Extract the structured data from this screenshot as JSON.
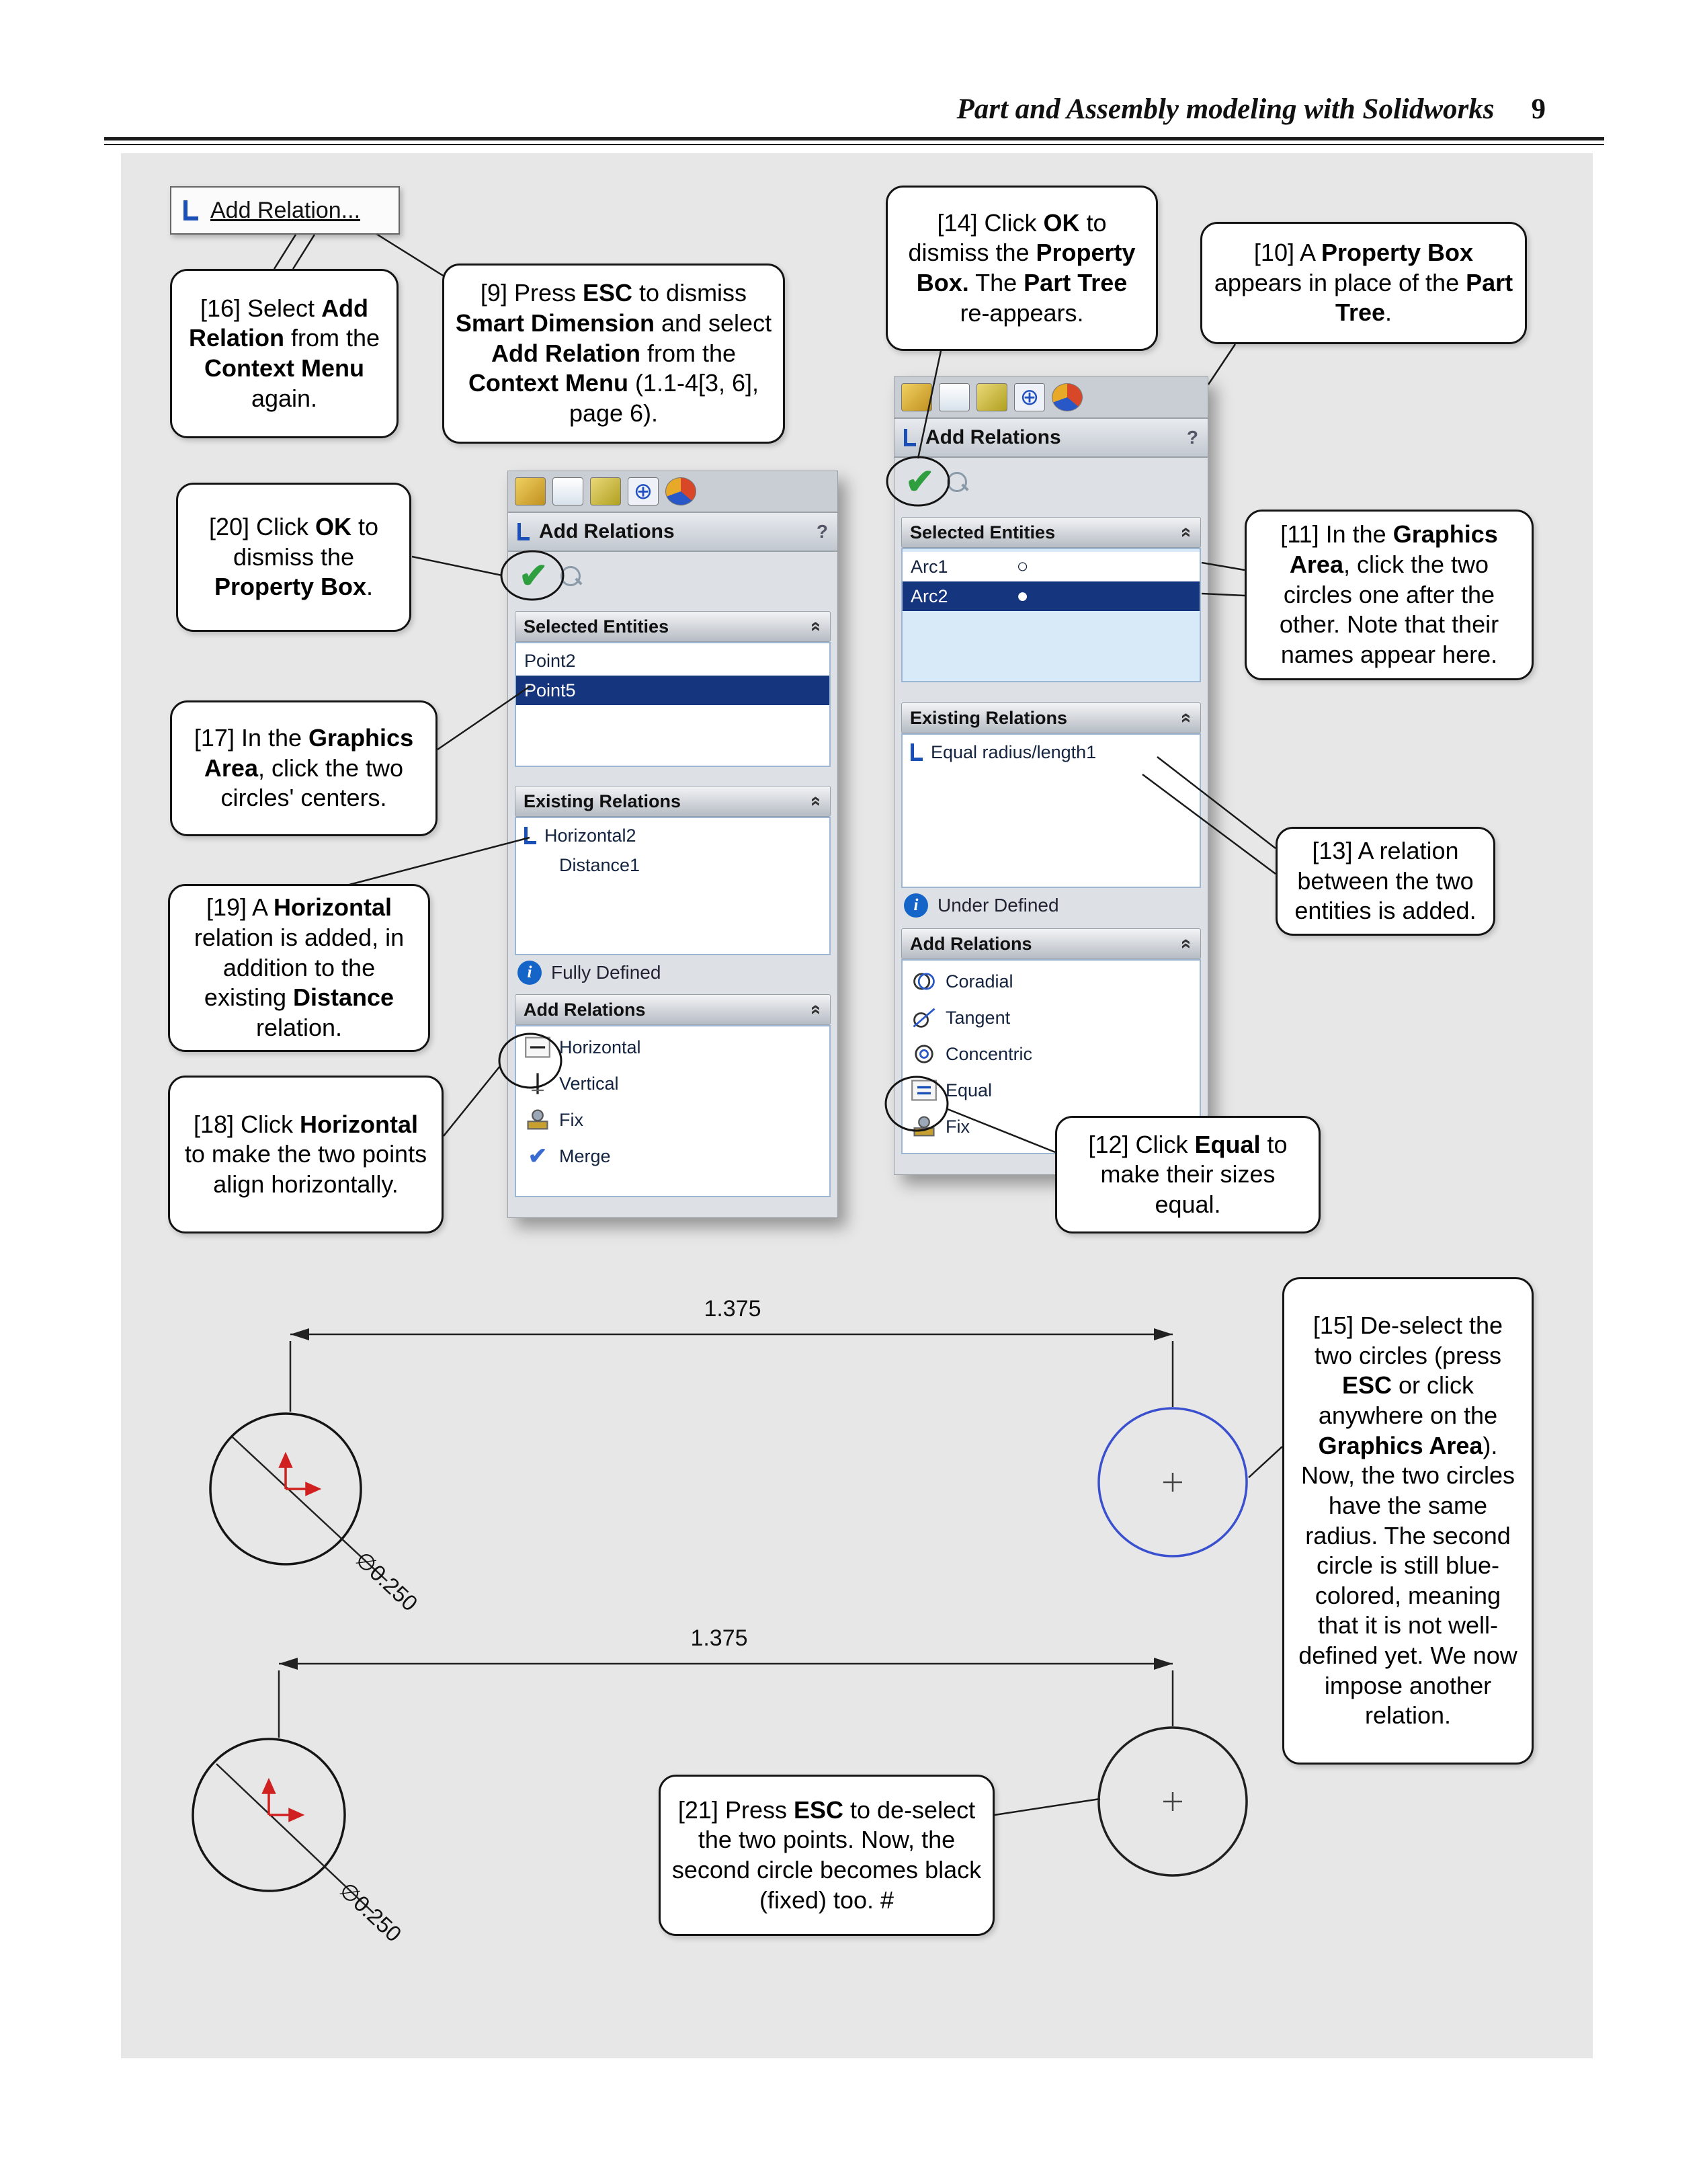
{
  "header": {
    "title": "Part and Assembly modeling with Solidworks",
    "page": "9"
  },
  "button": {
    "label": "Add Relation..."
  },
  "callouts": {
    "c16": [
      {
        "t": "[16] Select "
      },
      {
        "t": "Add Relation",
        "b": 1
      },
      {
        "t": " from the "
      },
      {
        "t": "Context Menu",
        "b": 1
      },
      {
        "t": " again."
      }
    ],
    "c9": [
      {
        "t": "[9] Press "
      },
      {
        "t": "ESC",
        "b": 1
      },
      {
        "t": " to dismiss "
      },
      {
        "t": "Smart Dimension",
        "b": 1
      },
      {
        "t": " and select "
      },
      {
        "t": "Add Relation",
        "b": 1
      },
      {
        "t": " from the "
      },
      {
        "t": "Context Menu",
        "b": 1
      },
      {
        "t": " (1.1-4[3, 6], page 6)."
      }
    ],
    "c14": [
      {
        "t": "[14] Click "
      },
      {
        "t": "OK",
        "b": 1
      },
      {
        "t": " to dismiss the "
      },
      {
        "t": "Property Box.",
        "b": 1
      },
      {
        "t": " The "
      },
      {
        "t": "Part Tree",
        "b": 1
      },
      {
        "t": " re-appears."
      }
    ],
    "c10": [
      {
        "t": "[10] A "
      },
      {
        "t": "Property Box",
        "b": 1
      },
      {
        "t": " appears in place of the "
      },
      {
        "t": "Part Tree",
        "b": 1
      },
      {
        "t": "."
      }
    ],
    "c20": [
      {
        "t": "[20] Click "
      },
      {
        "t": "OK",
        "b": 1
      },
      {
        "t": " to dismiss the "
      },
      {
        "t": "Property Box",
        "b": 1
      },
      {
        "t": "."
      }
    ],
    "c11": [
      {
        "t": "[11] In the "
      },
      {
        "t": "Graphics Area",
        "b": 1
      },
      {
        "t": ", click the two circles one after the other.  Note that their names appear here."
      }
    ],
    "c17": [
      {
        "t": "[17] In the "
      },
      {
        "t": "Graphics Area",
        "b": 1
      },
      {
        "t": ", click the two circles' centers."
      }
    ],
    "c13": [
      {
        "t": "[13] A relation between the two entities is added."
      }
    ],
    "c19": [
      {
        "t": "[19] A "
      },
      {
        "t": "Horizontal",
        "b": 1
      },
      {
        "t": " relation is added, in addition to the existing "
      },
      {
        "t": "Distance",
        "b": 1
      },
      {
        "t": " relation."
      }
    ],
    "c18": [
      {
        "t": "[18] Click "
      },
      {
        "t": "Horizontal",
        "b": 1
      },
      {
        "t": " to make the two points align horizontally."
      }
    ],
    "c12": [
      {
        "t": "[12] Click "
      },
      {
        "t": "Equal",
        "b": 1
      },
      {
        "t": " to make their sizes equal."
      }
    ],
    "c15": [
      {
        "t": "[15] De-select the two circles (press "
      },
      {
        "t": "ESC",
        "b": 1
      },
      {
        "t": " or click anywhere on the "
      },
      {
        "t": "Graphics Area",
        "b": 1
      },
      {
        "t": ").  Now, the two circles have the same radius.  The second circle is still blue-colored, meaning that it is not well-defined yet.  We now impose another relation."
      }
    ],
    "c21": [
      {
        "t": "[21] Press "
      },
      {
        "t": "ESC",
        "b": 1
      },
      {
        "t": " to de-select the two points. Now, the second circle becomes black (fixed) too. #"
      }
    ]
  },
  "left_panel": {
    "title": "Add Relations",
    "help": "?",
    "selected": {
      "title": "Selected Entities",
      "items": [
        "Point2",
        "Point5"
      ]
    },
    "existing": {
      "title": "Existing Relations",
      "items": [
        "Horizontal2",
        "Distance1"
      ]
    },
    "status": "Fully Defined",
    "add": {
      "title": "Add Relations",
      "items": [
        "Horizontal",
        "Vertical",
        "Fix",
        "Merge"
      ]
    }
  },
  "right_panel": {
    "title": "Add Relations",
    "help": "?",
    "selected": {
      "title": "Selected Entities",
      "items": [
        "Arc1",
        "Arc2"
      ]
    },
    "existing": {
      "title": "Existing Relations",
      "items": [
        "Equal radius/length1"
      ]
    },
    "status": "Under Defined",
    "add": {
      "title": "Add Relations",
      "items": [
        "Coradial",
        "Tangent",
        "Concentric",
        "Equal",
        "Fix"
      ]
    }
  },
  "sketch": {
    "dim_top": "1.375",
    "dim_bottom": "1.375",
    "dia_top": "∅0.250",
    "dia_bottom": "∅0.250"
  }
}
